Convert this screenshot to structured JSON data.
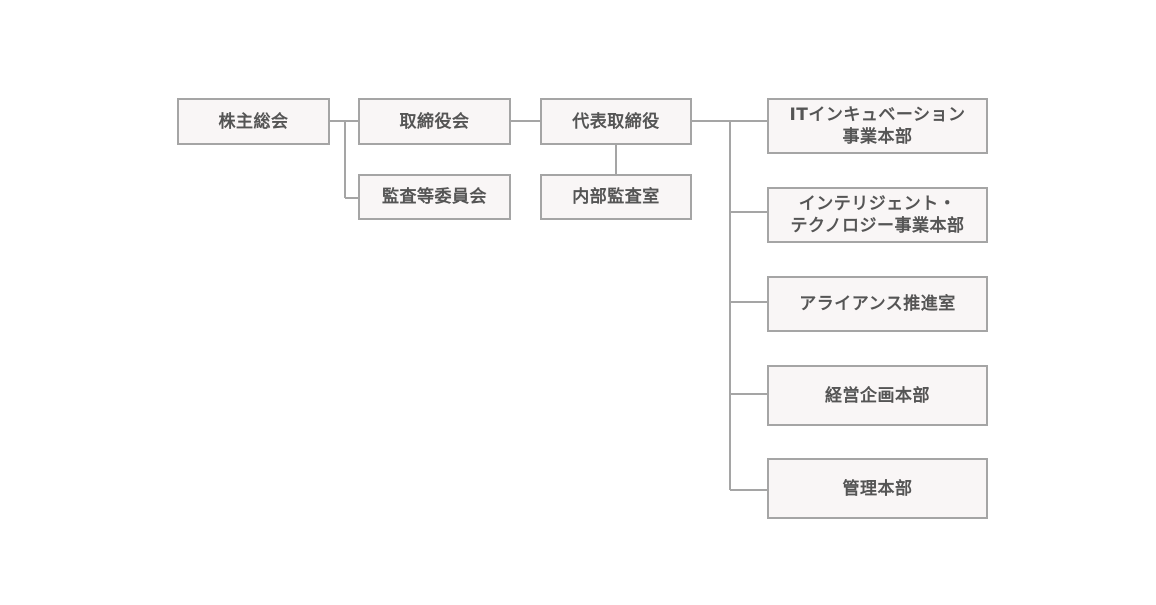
{
  "colors": {
    "line": "#a5a5a5",
    "box_fill": "#f9f6f6",
    "text": "#555555"
  },
  "nodes": {
    "shareholders": {
      "label": "株主総会"
    },
    "board": {
      "label": "取締役会"
    },
    "audit_committee": {
      "label": "監査等委員会"
    },
    "president": {
      "label": "代表取締役"
    },
    "internal_audit": {
      "label": "内部監査室"
    },
    "it_incubation": {
      "line1": "ITインキュベーション",
      "line2": "事業本部"
    },
    "intelligent_tech": {
      "line1": "インテリジェント・",
      "line2": "テクノロジー事業本部"
    },
    "alliance": {
      "label": "アライアンス推進室"
    },
    "corporate_planning": {
      "label": "経営企画本部"
    },
    "administration": {
      "label": "管理本部"
    }
  }
}
